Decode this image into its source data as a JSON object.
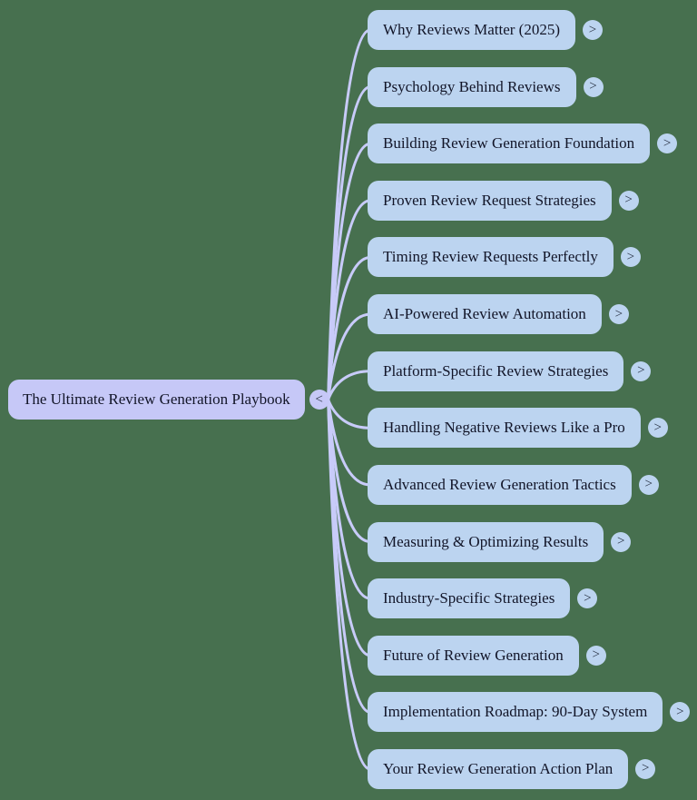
{
  "background_color": "#47704F",
  "mindmap": {
    "branch_color": "#C8CBF9",
    "text_color": "#121528",
    "root": {
      "label": "The Ultimate Review Generation Playbook",
      "fill": "#C6C8F7",
      "collapse_icon": "<"
    },
    "child_fill": "#BCD4F0",
    "expand_icon": ">",
    "children": [
      {
        "label": "Why Reviews Matter (2025)"
      },
      {
        "label": "Psychology Behind Reviews"
      },
      {
        "label": "Building Review Generation Foundation"
      },
      {
        "label": "Proven Review Request Strategies"
      },
      {
        "label": "Timing Review Requests Perfectly"
      },
      {
        "label": "AI-Powered Review Automation"
      },
      {
        "label": "Platform-Specific Review Strategies"
      },
      {
        "label": "Handling Negative Reviews Like a Pro"
      },
      {
        "label": "Advanced Review Generation Tactics"
      },
      {
        "label": "Measuring & Optimizing Results"
      },
      {
        "label": "Industry-Specific Strategies"
      },
      {
        "label": "Future of Review Generation"
      },
      {
        "label": "Implementation Roadmap: 90-Day System"
      },
      {
        "label": "Your Review Generation Action Plan"
      }
    ]
  }
}
